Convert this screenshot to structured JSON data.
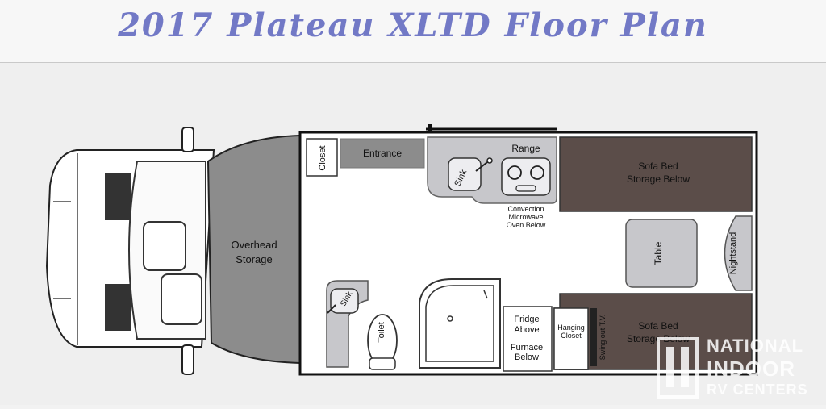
{
  "title": "2017 Plateau XLTD Floor Plan",
  "labels": {
    "closet": "Closet",
    "entrance": "Entrance",
    "range": "Range",
    "sink_kitchen": "Sink",
    "sofa_bed_top_1": "Sofa Bed",
    "sofa_bed_top_2": "Storage Below",
    "microwave_1": "Convection",
    "microwave_2": "Microwave",
    "microwave_3": "Oven Below",
    "overhead_1": "Overhead",
    "overhead_2": "Storage",
    "table": "Table",
    "nightstand": "Nightstand",
    "sink_bath": "Sink",
    "toilet": "Toilet",
    "fridge_1": "Fridge",
    "fridge_2": "Above",
    "furnace_1": "Furnace",
    "furnace_2": "Below",
    "hanging_1": "Hanging",
    "hanging_2": "Closet",
    "tv": "Swing out T.V.",
    "sofa_bed_bottom_1": "Sofa Bed",
    "sofa_bed_bottom_2": "Storage Below"
  },
  "watermark": {
    "line1": "National",
    "line2": "Indoor",
    "line3": "RV Centers"
  },
  "colors": {
    "title": "#7279c6",
    "sofa": "#5b4d49",
    "counter": "#c7c7cb",
    "overhead": "#8c8c8c",
    "entrance": "#8c8c8c"
  }
}
